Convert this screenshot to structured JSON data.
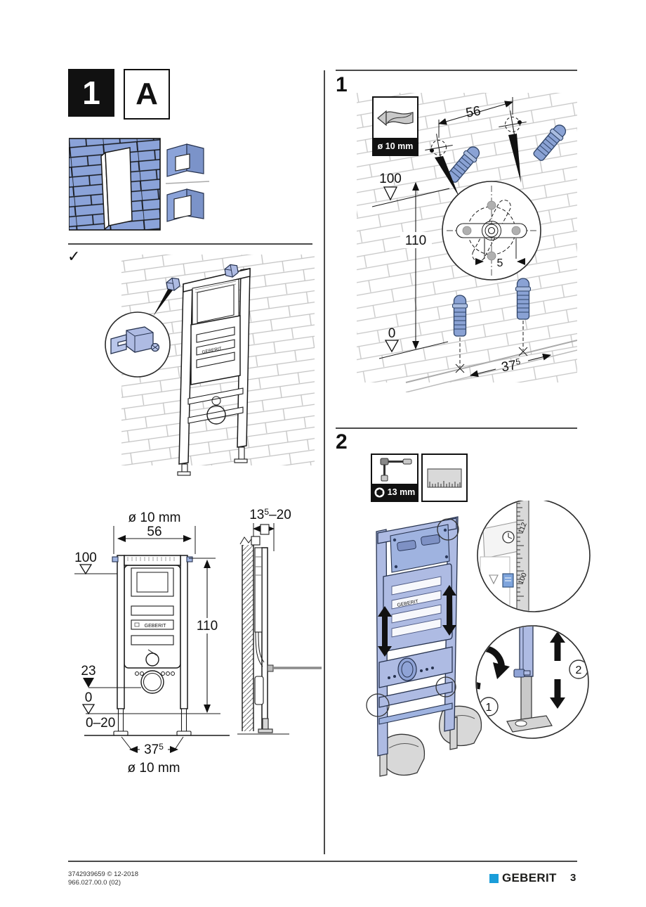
{
  "left_column": {
    "step_badge": "1",
    "variant_badge": "A",
    "check_mark": "✓",
    "cistern_label": "GEBERIT",
    "front_view": {
      "drill_label_top": "ø 10 mm",
      "dim_width": "56",
      "datum_100": "100",
      "dim_height": "110",
      "dim_23": "23",
      "datum_0": "0",
      "range_0_20": "0–20",
      "dim_floor_main": "37",
      "dim_floor_sup": "5",
      "drill_label_bottom": "ø 10 mm"
    },
    "side_view": {
      "dim_depth_main": "13",
      "dim_depth_sup": "5",
      "dim_depth_rest": "–20"
    }
  },
  "right_column": {
    "section1": {
      "heading": "1",
      "tool_drill_label": "ø 10 mm",
      "dim_width": "56",
      "datum_100": "100",
      "dim_height": "110",
      "dim_offset": "5",
      "datum_0": "0",
      "dim_floor_main": "37",
      "dim_floor_sup": "5"
    },
    "section2": {
      "heading": "2",
      "tool_wrench_label": "13 mm",
      "tape_value_112": "112",
      "tape_value_100": "100",
      "callout_1": "1",
      "callout_2": "2",
      "cistern_label": "GEBERIT"
    }
  },
  "footer": {
    "doc_line1": "3742939659 © 12-2018",
    "doc_line2": "966.027.00.0 (02)",
    "brand": "GEBERIT",
    "page_number": "3"
  },
  "colors": {
    "brand_blue": "#1a9dd9",
    "part_blue": "#aebbe3",
    "brick_blue": "#8ba3d9",
    "dowel_blue": "#8aa2d4"
  }
}
